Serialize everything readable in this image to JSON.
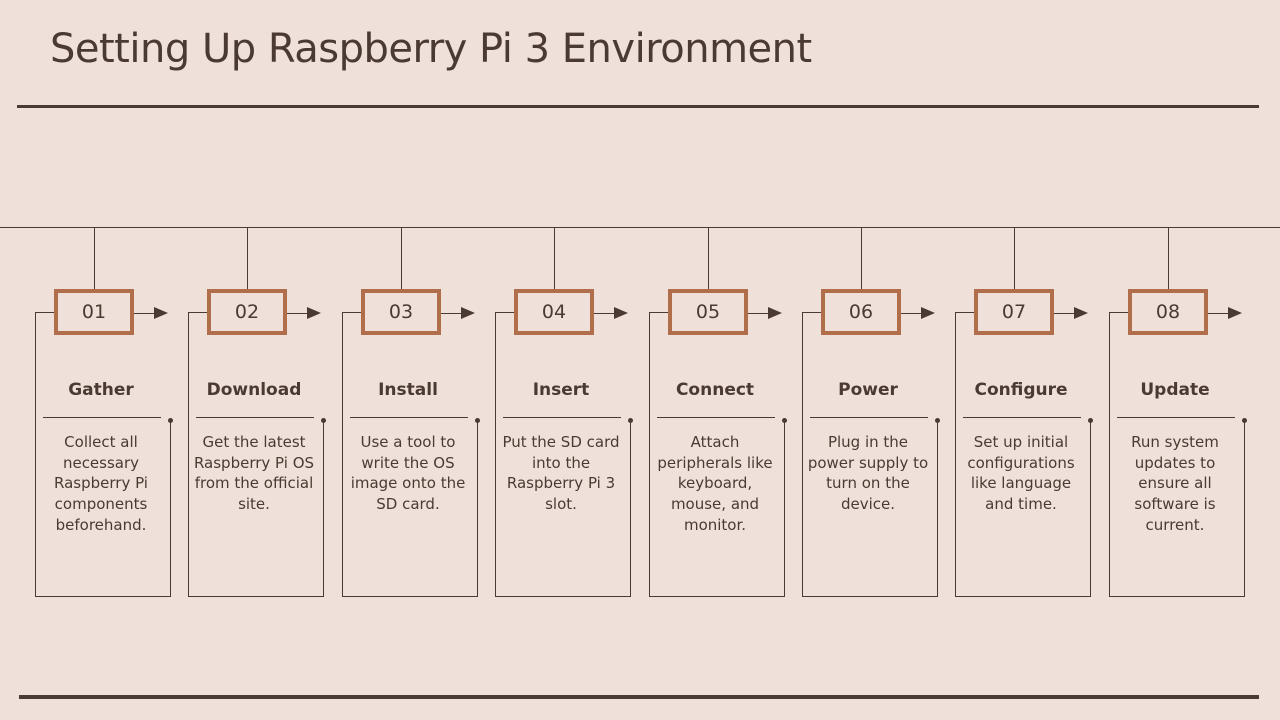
{
  "title": "Setting Up Raspberry Pi 3 Environment",
  "colors": {
    "background": "#efe1d9",
    "text": "#4a3a33",
    "accent_box_border": "#b06e4a",
    "lines": "#4a3a33"
  },
  "steps": [
    {
      "number": "01",
      "title": "Gather",
      "description": "Collect all necessary Raspberry Pi components beforehand."
    },
    {
      "number": "02",
      "title": "Download",
      "description": "Get the latest Raspberry Pi OS from the official site."
    },
    {
      "number": "03",
      "title": "Install",
      "description": "Use a tool to write the OS image onto the SD card."
    },
    {
      "number": "04",
      "title": "Insert",
      "description": "Put the SD card into the Raspberry Pi 3 slot."
    },
    {
      "number": "05",
      "title": "Connect",
      "description": "Attach peripherals like keyboard, mouse, and monitor."
    },
    {
      "number": "06",
      "title": "Power",
      "description": "Plug in the power supply to turn on the device."
    },
    {
      "number": "07",
      "title": "Configure",
      "description": "Set up initial configurations like language and time."
    },
    {
      "number": "08",
      "title": "Update",
      "description": "Run system updates to ensure all software is current."
    }
  ]
}
